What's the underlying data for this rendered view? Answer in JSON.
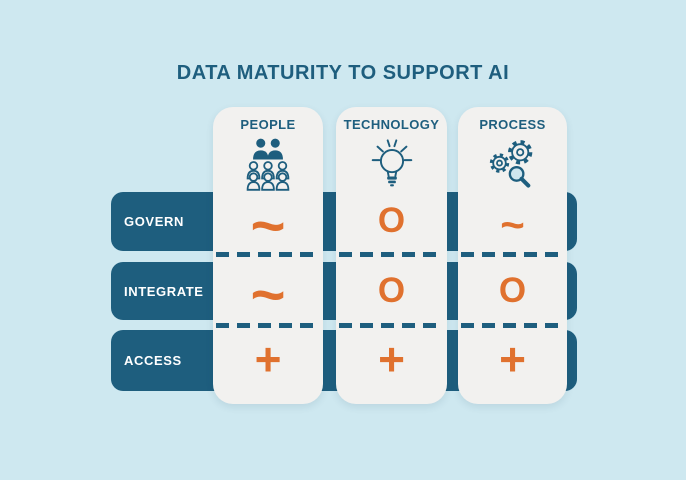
{
  "title": "DATA MATURITY TO SUPPORT AI",
  "columns": [
    {
      "label": "PEOPLE",
      "icon": "people-group-icon"
    },
    {
      "label": "TECHNOLOGY",
      "icon": "lightbulb-icon"
    },
    {
      "label": "PROCESS",
      "icon": "gears-magnifier-icon"
    }
  ],
  "rows": [
    {
      "label": "GOVERN",
      "cells": [
        "~",
        "O",
        "~"
      ]
    },
    {
      "label": "INTEGRATE",
      "cells": [
        "~",
        "O",
        "O"
      ]
    },
    {
      "label": "ACCESS",
      "cells": [
        "+",
        "+",
        "+"
      ]
    }
  ],
  "colors": {
    "background": "#CEE8F0",
    "band_teal": "#1E5E7E",
    "card_offwhite": "#F2F1EF",
    "symbol_orange": "#E0712E",
    "title_text": "#1E5E7E",
    "row_label_text": "#FFFFFF"
  }
}
